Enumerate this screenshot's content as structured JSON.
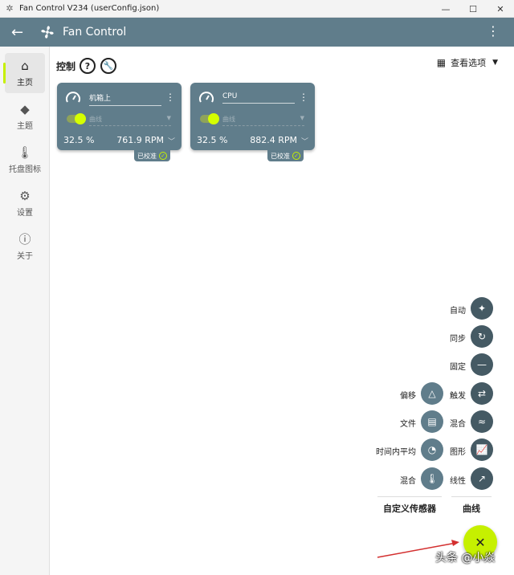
{
  "window": {
    "title": "Fan Control V234 (userConfig.json)",
    "minimize": "—",
    "maximize": "☐",
    "close": "✕"
  },
  "appbar": {
    "back_icon": "←",
    "title": "Fan Control",
    "menu_icon": "⋮"
  },
  "sidebar": {
    "items": [
      {
        "label": "主页",
        "icon": "home-icon",
        "glyph": "⌂",
        "active": true
      },
      {
        "label": "主题",
        "icon": "paint-bucket-icon",
        "glyph": "◆",
        "active": false
      },
      {
        "label": "托盘图标",
        "icon": "thermometer-icon",
        "glyph": "🌡",
        "active": false
      },
      {
        "label": "设置",
        "icon": "gear-icon",
        "glyph": "⚙",
        "active": false
      },
      {
        "label": "关于",
        "icon": "info-icon",
        "glyph": "ⓘ",
        "active": false
      }
    ]
  },
  "header": {
    "title": "控制",
    "help_icon": "?",
    "wrench_icon": "🔧",
    "view_options": "查看选项",
    "view_icon": "▦",
    "caret": "▼"
  },
  "cards": [
    {
      "name": "机箱上",
      "curve_placeholder": "曲线",
      "percent": "32.5 %",
      "rpm": "761.9 RPM",
      "calibrated": "已校准"
    },
    {
      "name": "CPU",
      "curve_placeholder": "曲线",
      "percent": "32.5 %",
      "rpm": "882.4 RPM",
      "calibrated": "已校准"
    }
  ],
  "fab_menu": {
    "right_column": [
      {
        "label": "自动",
        "icon": "sparkle-icon",
        "glyph": "✦"
      },
      {
        "label": "同步",
        "icon": "sync-icon",
        "glyph": "↻"
      },
      {
        "label": "固定",
        "icon": "minus-icon",
        "glyph": "—"
      },
      {
        "label": "触发",
        "icon": "swap-icon",
        "glyph": "⇄"
      },
      {
        "label": "混合",
        "icon": "mix-curve-icon",
        "glyph": "≈"
      },
      {
        "label": "图形",
        "icon": "graph-icon",
        "glyph": "📈"
      },
      {
        "label": "线性",
        "icon": "linear-icon",
        "glyph": "↗"
      }
    ],
    "left_column": [
      {
        "label": "偏移",
        "icon": "triangle-icon",
        "glyph": "△"
      },
      {
        "label": "文件",
        "icon": "file-icon",
        "glyph": "▤"
      },
      {
        "label": "时间内平均",
        "icon": "time-average-icon",
        "glyph": "◔"
      },
      {
        "label": "混合",
        "icon": "thermometer-icon",
        "glyph": "🌡"
      }
    ],
    "left_header": "自定义传感器",
    "right_header": "曲线",
    "close_glyph": "✕"
  },
  "watermark": "头条 @小焱"
}
